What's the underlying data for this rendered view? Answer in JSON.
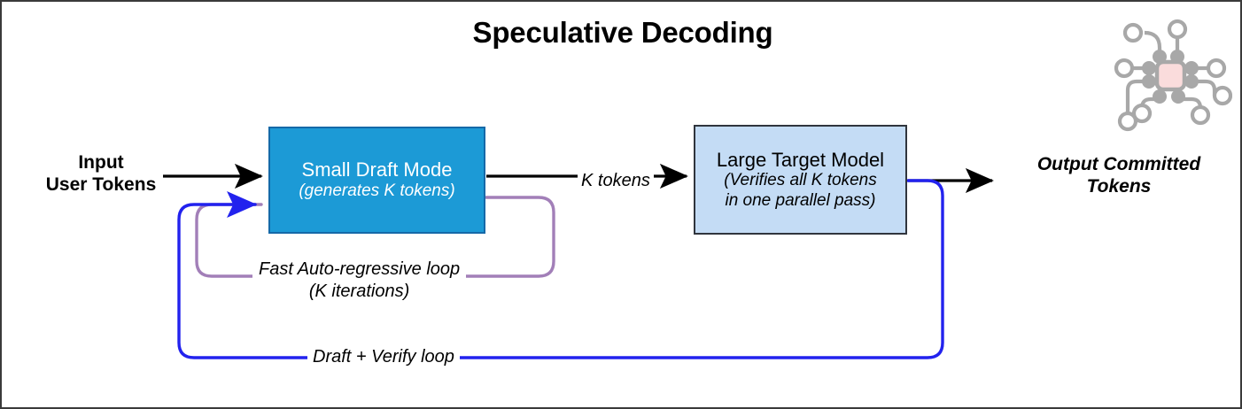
{
  "title": "Speculative Decoding",
  "icon": {
    "name": "microchip-icon",
    "body_color": "#fadcdc",
    "trace_color": "#a8a8a8"
  },
  "colors": {
    "draft_box_fill": "#1c9ad6",
    "draft_box_stroke": "#1569a8",
    "target_box_fill": "#c4dcf5",
    "target_box_stroke": "#30353d",
    "flow_arrow": "#000000",
    "fast_loop": "#a27fb8",
    "verify_loop": "#2222ee",
    "page_border": "#3a3a3a"
  },
  "nodes": {
    "draft": {
      "title": "Small Draft Mode",
      "subtitle": "(generates K tokens)"
    },
    "target": {
      "title": "Large Target Model",
      "subtitle_line1": "(Verifies all K tokens",
      "subtitle_line2": "in one parallel pass)"
    }
  },
  "endpoints": {
    "input_line1": "Input",
    "input_line2": "User Tokens",
    "output_line1": "Output Committed",
    "output_line2": "Tokens"
  },
  "edges": {
    "k_tokens": "K tokens",
    "fast_loop_line1": "Fast Auto-regressive loop",
    "fast_loop_line2": "(K iterations)",
    "verify_loop": "Draft + Verify loop"
  }
}
